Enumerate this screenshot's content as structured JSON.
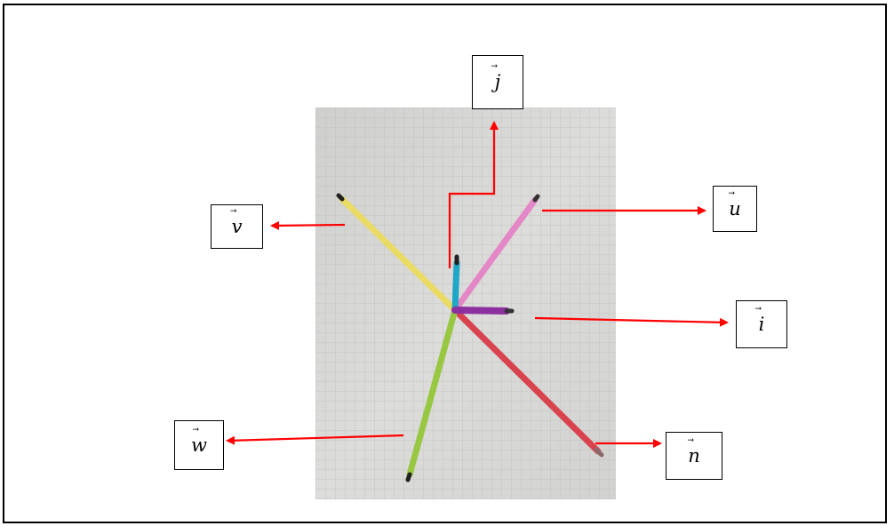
{
  "figure": {
    "labels": {
      "j": {
        "letter": "j",
        "arrow": "⃗"
      },
      "u": {
        "letter": "u",
        "arrow": "⃗"
      },
      "v": {
        "letter": "v",
        "arrow": "⃗"
      },
      "i": {
        "letter": "i",
        "arrow": "⃗"
      },
      "w": {
        "letter": "w",
        "arrow": "⃗"
      },
      "n": {
        "letter": "n",
        "arrow": "⃗"
      }
    },
    "colors": {
      "pointer_arrows": "#ff0000",
      "pencil_j": "#1aa6c4",
      "pencil_u": "#e27bc0",
      "pencil_v": "#ecd85a",
      "pencil_i": "#8a2f9e",
      "pencil_w": "#8fc43a",
      "pencil_n": "#d9434d",
      "paper": "#d6d6d4",
      "grid": "#bfbfbd"
    }
  }
}
